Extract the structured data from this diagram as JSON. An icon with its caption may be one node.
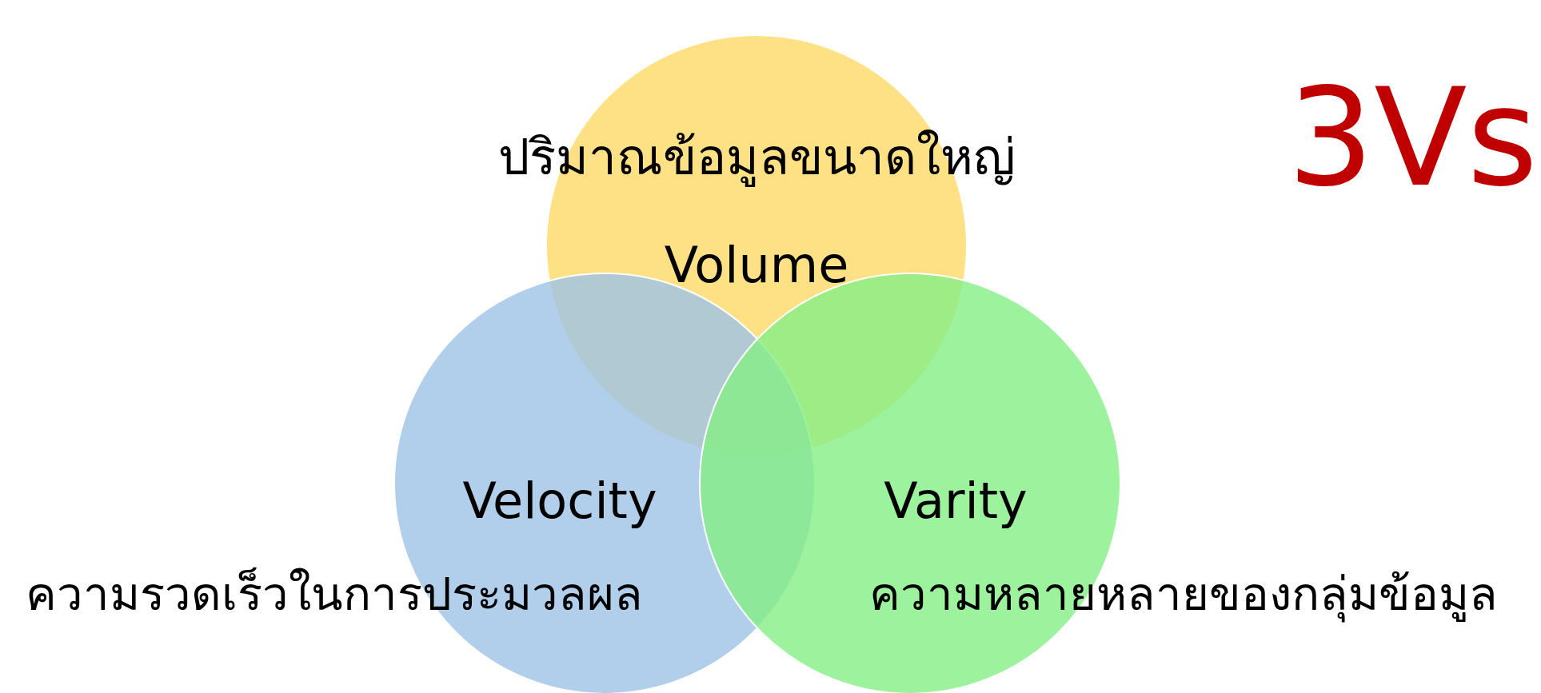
{
  "diagram": {
    "title": "3Vs",
    "nodes": [
      {
        "text": [
          "ปริมาณข้อมูลขนาดใหญ่",
          "Volume"
        ]
      },
      {
        "text": [
          "Velocity",
          "ความรวดเร็วในการประมวลผล"
        ]
      },
      {
        "text": [
          "Varity",
          "ความหลายหลายของกลุ่มข้อมูล"
        ]
      }
    ],
    "edges": []
  }
}
